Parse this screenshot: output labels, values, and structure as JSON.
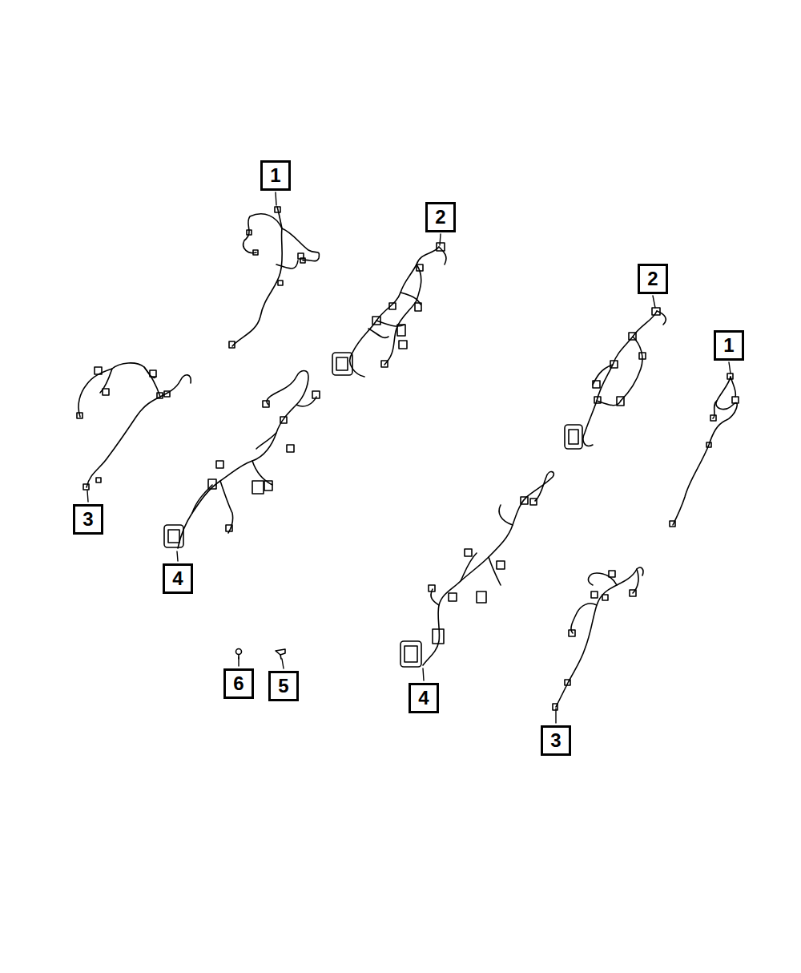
{
  "diagram": {
    "labels": [
      "1",
      "2",
      "2",
      "1",
      "3",
      "4",
      "6",
      "5",
      "4",
      "3"
    ]
  }
}
